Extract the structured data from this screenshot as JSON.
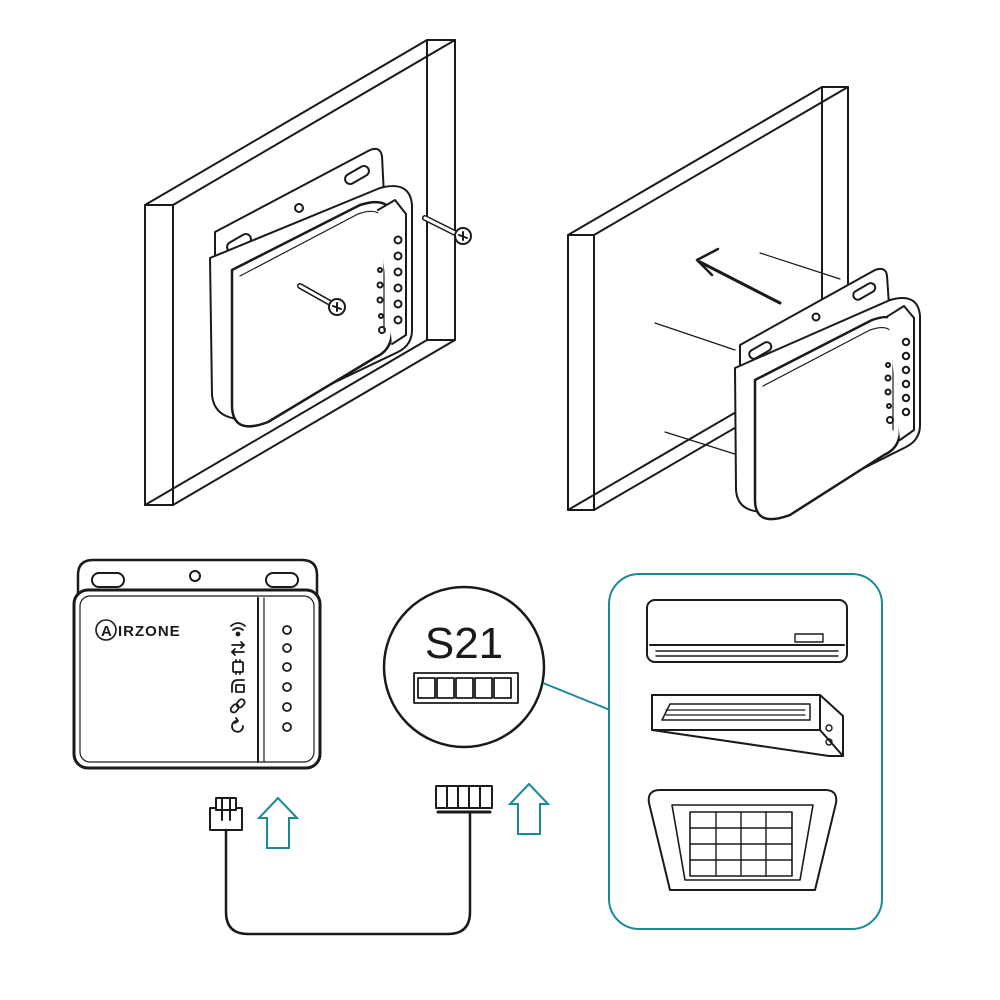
{
  "diagram": {
    "brand_label": "AIRZONE",
    "brand_initial": "A",
    "port_label": "S21",
    "port_pins": 5,
    "led_count": 6,
    "status_icons": [
      "wifi-icon",
      "data-transfer-icon",
      "chip-icon",
      "power-plug-icon",
      "link-icon",
      "restart-icon"
    ],
    "steps": [
      "screw-mount-to-wall",
      "slide-device-onto-wall",
      "connect-cable-to-s21-port"
    ],
    "compatible_units": [
      "wall-mounted-split-unit",
      "ducted-unit",
      "cassette-unit"
    ],
    "colors": {
      "line": "#1a1a1a",
      "accent": "#1b8a97",
      "background": "#ffffff"
    }
  }
}
